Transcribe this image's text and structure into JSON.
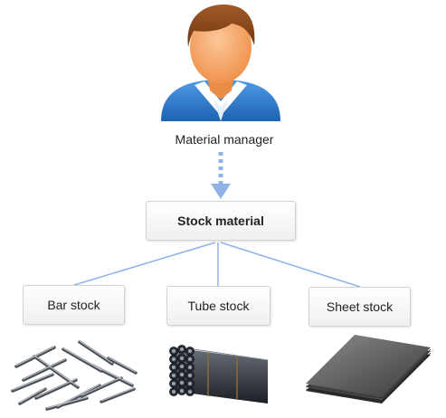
{
  "manager": {
    "label": "Material manager",
    "icon": "person-avatar-icon",
    "shirt_color": "#3b86d6",
    "skin_color": "#f7a767",
    "hair_color": "#8a4a1d"
  },
  "root": {
    "label": "Stock material"
  },
  "children": [
    {
      "label": "Bar stock",
      "image": "bar-stock-image"
    },
    {
      "label": "Tube stock",
      "image": "tube-stock-image"
    },
    {
      "label": "Sheet stock",
      "image": "sheet-stock-image"
    }
  ],
  "colors": {
    "connector": "#8fb3e6",
    "arrow": "#8fb3e6"
  }
}
